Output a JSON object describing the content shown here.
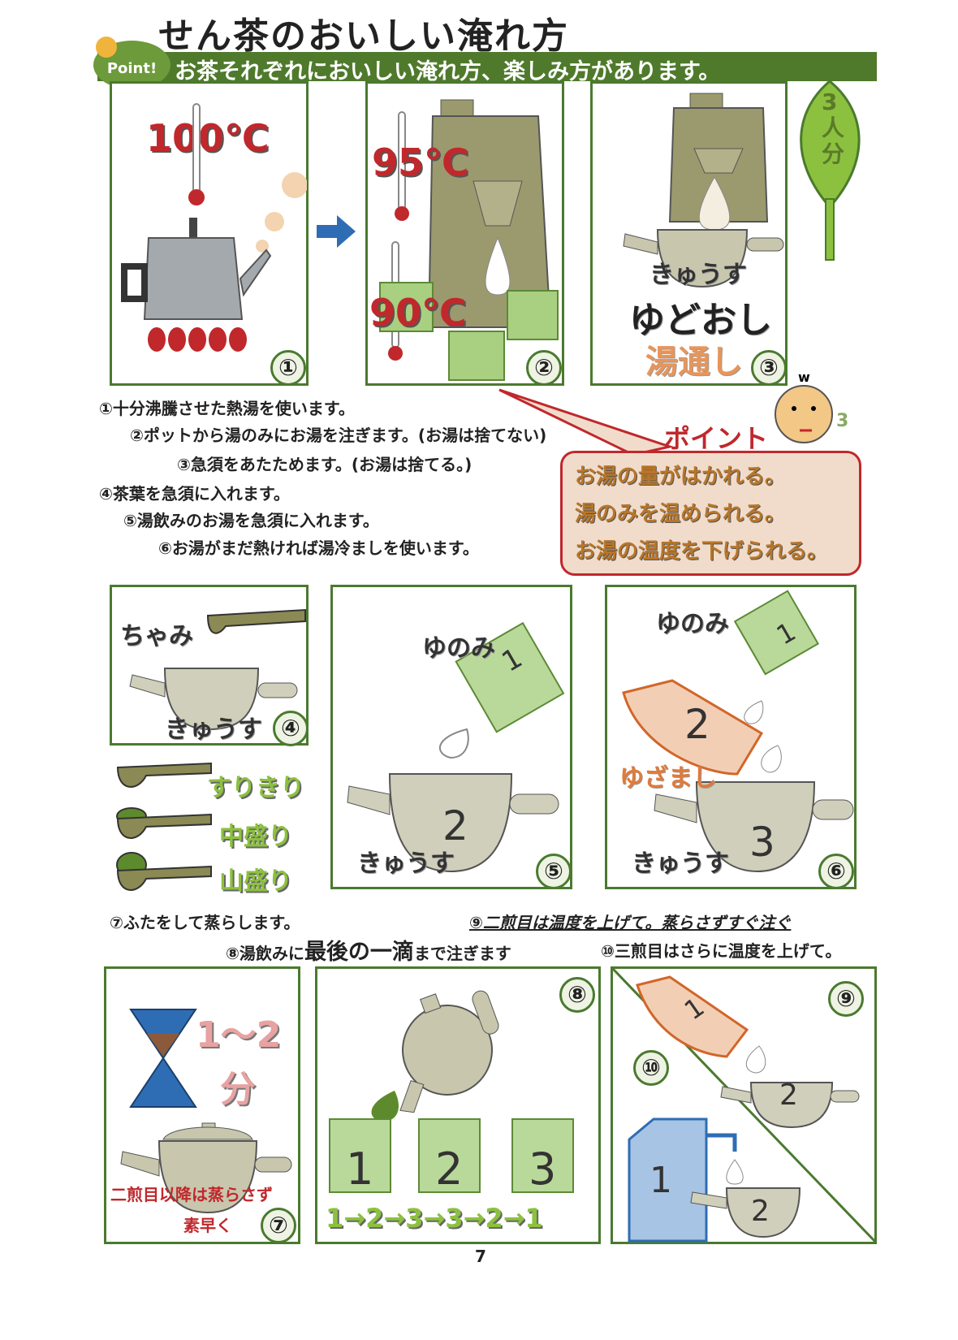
{
  "title": "せん茶のおいしい淹れ方",
  "banner": {
    "badge": "Point!",
    "text": "お茶それぞれにおいしい淹れ方、楽しみ方があります。"
  },
  "servings": "3人分",
  "panels_top": [
    {
      "number": "①",
      "temp": "100℃"
    },
    {
      "number": "②",
      "temps": [
        "95℃",
        "90℃"
      ]
    },
    {
      "number": "③",
      "labels": [
        "きゅうす",
        "ゆどおし",
        "湯通し"
      ]
    }
  ],
  "steps_a": [
    "①十分沸騰させた熱湯を使います。",
    "②ポットから湯のみにお湯を注ぎます。(お湯は捨てない)",
    "③急須をあたためます。(お湯は捨てる。)",
    "④茶葉を急須に入れます。",
    "⑤湯飲みのお湯を急須に入れます。",
    "⑥お湯がまだ熱ければ湯冷ましを使います。"
  ],
  "callout": {
    "heading": "ポイント",
    "lines": [
      "お湯の量がはかれる。",
      "湯のみを温められる。",
      "お湯の温度を下げられる。"
    ]
  },
  "panels_mid": [
    {
      "number": "④",
      "labels": [
        "ちゃみ",
        "きゅうす"
      ]
    },
    {
      "number": "⑤",
      "labels": [
        "ゆのみ",
        "1",
        "2",
        "きゅうす"
      ]
    },
    {
      "number": "⑥",
      "labels": [
        "ゆのみ",
        "1",
        "2",
        "ゆざまし",
        "3",
        "きゅうす"
      ]
    }
  ],
  "spoons": [
    "すりきり",
    "中盛り",
    "山盛り"
  ],
  "steps_b": {
    "s7": "⑦ふたをして蒸らします。",
    "s9": "⑨二煎目は温度を上げて。蒸らさずすぐ注ぐ",
    "s8_pre": "⑧湯飲みに",
    "s8_big": "最後の一滴",
    "s8_post": "まで注ぎます",
    "s10": "⑩三煎目はさらに温度を上げて。"
  },
  "panels_bottom": [
    {
      "number": "⑦",
      "time": "1〜2",
      "unit": "分",
      "note1": "二煎目以降は蒸らさず",
      "note2": "素早く"
    },
    {
      "number": "⑧",
      "cups": [
        "1",
        "2",
        "3"
      ],
      "order": "1→2→3→3→2→1"
    },
    {
      "number9": "⑨",
      "number10": "⑩",
      "labels": [
        "1",
        "2",
        "1",
        "2"
      ]
    }
  ],
  "page_number": "7"
}
